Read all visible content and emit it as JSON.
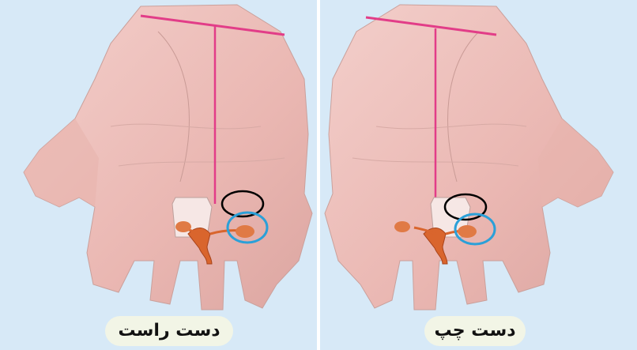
{
  "captions": {
    "right_hand": "دست راست",
    "left_hand": "دست چپ"
  },
  "colors": {
    "background": "#d7e9f7",
    "skin": "#f0c6c2",
    "reflex_line": "#e23d88",
    "uterus_marker": "#d9652d",
    "ring_black": "#000000",
    "ring_blue": "#2ba0d8",
    "caption_bg": "#f2f5e6"
  },
  "icons": [
    "palm-illustration",
    "uterus-icon",
    "ovary-circle",
    "black-ring"
  ]
}
